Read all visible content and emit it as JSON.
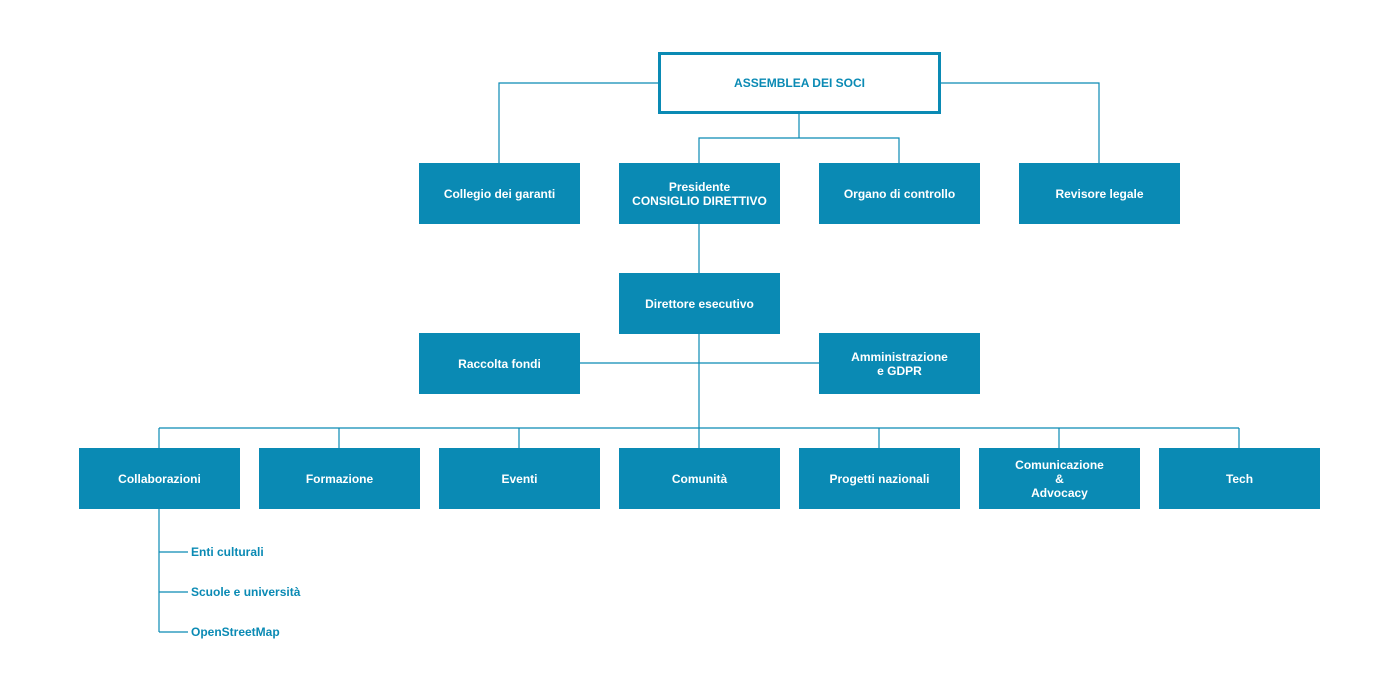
{
  "colors": {
    "primary": "#0a8ab4",
    "background": "#ffffff",
    "box_text": "#ffffff"
  },
  "root": "ASSEMBLEA DEI SOCI",
  "level1": {
    "collegio": "Collegio dei garanti",
    "presidente": "Presidente\nCONSIGLIO DIRETTIVO",
    "organo": "Organo di controllo",
    "revisore": "Revisore legale"
  },
  "direttore": "Direttore esecutivo",
  "staff": {
    "raccolta": "Raccolta fondi",
    "amministrazione": "Amministrazione\ne GDPR"
  },
  "areas": {
    "collaborazioni": "Collaborazioni",
    "formazione": "Formazione",
    "eventi": "Eventi",
    "comunita": "Comunità",
    "progetti": "Progetti nazionali",
    "comunicazione": "Comunicazione\n&\nAdvocacy",
    "tech": "Tech"
  },
  "collaborazioni_sub": [
    "Enti culturali",
    "Scuole e università",
    "OpenStreetMap"
  ]
}
